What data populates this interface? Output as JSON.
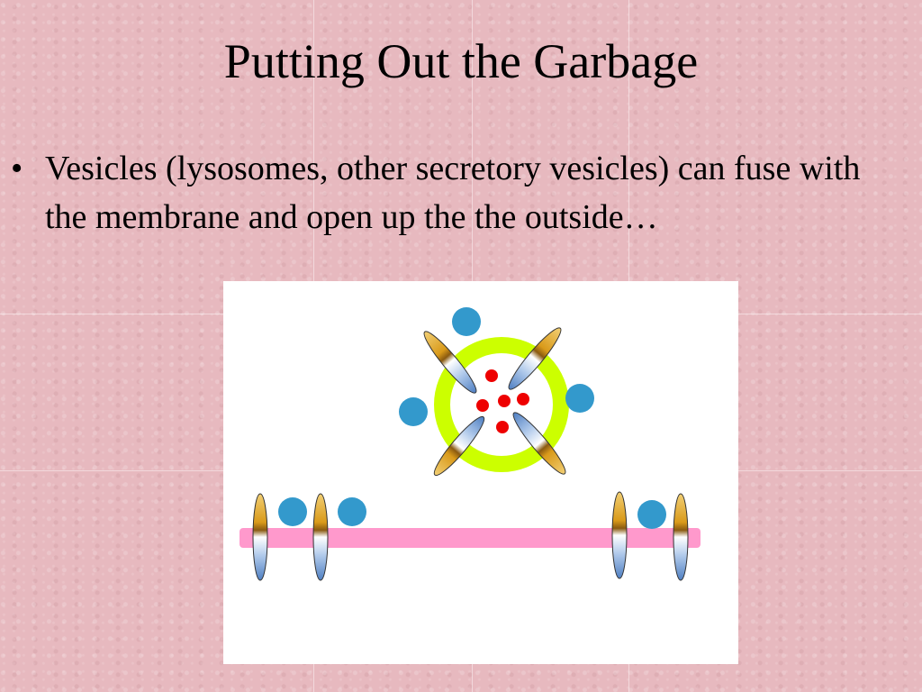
{
  "slide": {
    "title": "Putting Out the Garbage",
    "bullets": [
      "Vesicles (lysosomes, other secretory vesicles) can fuse with the membrane and open up the the outside…"
    ]
  },
  "diagram": {
    "description_icon": "membrane-fusion-diagram",
    "colors": {
      "vesicle_ring": "#ccff00",
      "cargo": "#ee0000",
      "blue_molecule": "#3399cc",
      "membrane": "#ff99cc",
      "protein_gold": "#d99a1a",
      "protein_blue": "#5588cc"
    }
  }
}
